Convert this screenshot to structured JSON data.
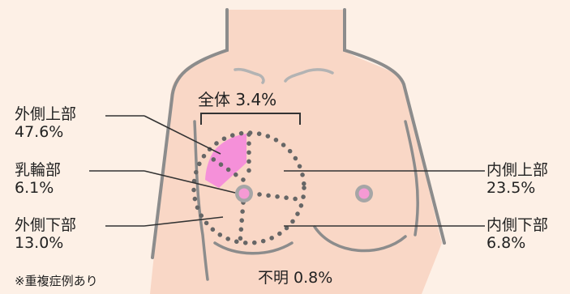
{
  "labels": {
    "total": "全体 3.4%",
    "upper_outer": {
      "name": "外側上部",
      "value": "47.6%"
    },
    "areola": {
      "name": "乳輪部",
      "value": "6.1%"
    },
    "lower_outer": {
      "name": "外側下部",
      "value": "13.0%"
    },
    "upper_inner": {
      "name": "内側上部",
      "value": "23.5%"
    },
    "lower_inner": {
      "name": "内側下部",
      "value": "6.8%"
    },
    "unknown": "不明 0.8%"
  },
  "note": "※重複症例あり",
  "colors": {
    "skin": "#f9d7c6",
    "background": "#fdf0e6",
    "outline": "#8c8c8c",
    "highlight": "#f590d9",
    "nipple": "#f59ad4",
    "areola": "#a6a6a6",
    "dots": "#666666"
  }
}
